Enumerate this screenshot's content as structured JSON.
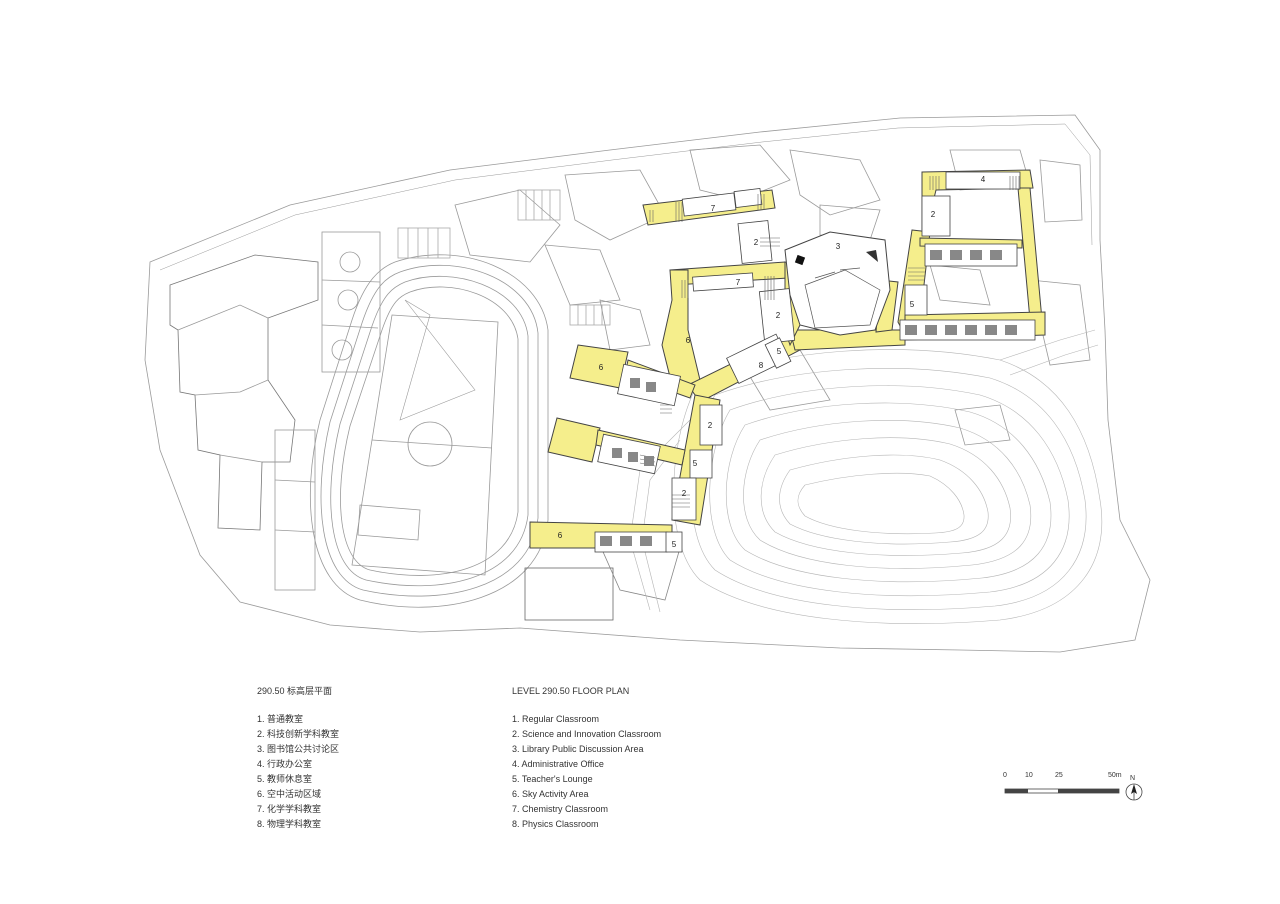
{
  "plan": {
    "room_numbers": {
      "r7a": "7",
      "r7b": "7",
      "r2a": "2",
      "r2b": "2",
      "r2c": "2",
      "r2d": "2",
      "r2e": "2",
      "r3": "3",
      "r4": "4",
      "r5a": "5",
      "r5b": "5",
      "r5c": "5",
      "r5d": "5",
      "r6a": "6",
      "r6b": "6",
      "r6c": "6",
      "r8": "8"
    },
    "colors": {
      "corridor_fill": "#f5ee8c",
      "line": "#9a9a9a",
      "dark_line": "#444444",
      "classroom_fill": "#e9e9e9"
    }
  },
  "legend_cn": {
    "title": "290.50 标高层平面",
    "items": [
      "1. 普通教室",
      "2. 科技创新学科教室",
      "3. 图书馆公共讨论区",
      "4. 行政办公室",
      "5. 教师休息室",
      "6. 空中活动区域",
      "7. 化学学科教室",
      "8. 物理学科教室"
    ]
  },
  "legend_en": {
    "title": "LEVEL 290.50 FLOOR PLAN",
    "items": [
      "1. Regular Classroom",
      "2. Science and Innovation Classroom",
      "3. Library Public Discussion Area",
      "4. Administrative Office",
      "5. Teacher's Lounge",
      "6. Sky Activity Area",
      "7. Chemistry Classroom",
      "8. Physics Classroom"
    ]
  },
  "scale_bar": {
    "ticks": [
      "0",
      "10",
      "25",
      "50m"
    ],
    "north": "N"
  }
}
